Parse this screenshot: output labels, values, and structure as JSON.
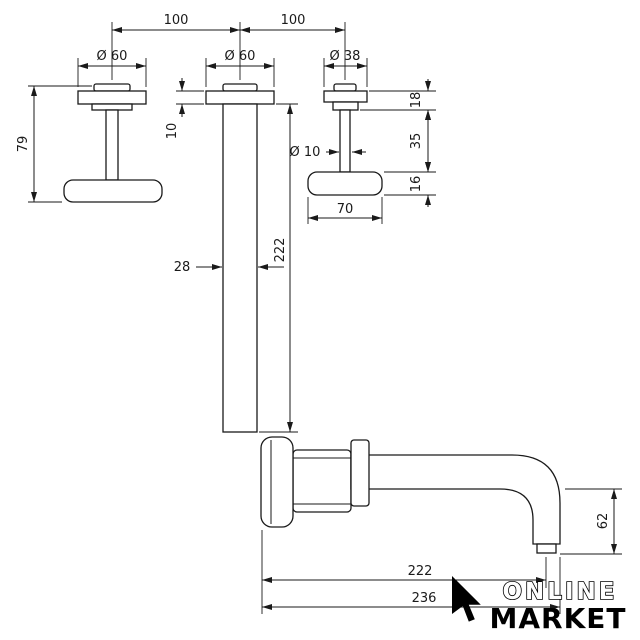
{
  "drawing": {
    "dims": {
      "span_left": "100",
      "span_right": "100",
      "handle_left_dia": "Ø 60",
      "spout_flange_dia": "Ø 60",
      "handle_right_dia": "Ø 38",
      "handle_height": "79",
      "flange_thickness": "10",
      "pipe_width": "28",
      "pipe_length": "222",
      "right_flange_depth": "18",
      "right_stem_dia": "Ø 10",
      "right_stem_length": "35",
      "right_bar_thickness": "16",
      "right_handle_width": "70",
      "spout_drop": "62",
      "spout_reach": "222",
      "spout_total_reach": "236"
    }
  },
  "watermark": {
    "line1": "ONLINE",
    "line2": "MARKET"
  },
  "colors": {
    "line": "#1a1a1a",
    "background": "#ffffff",
    "watermark": "#000000"
  }
}
